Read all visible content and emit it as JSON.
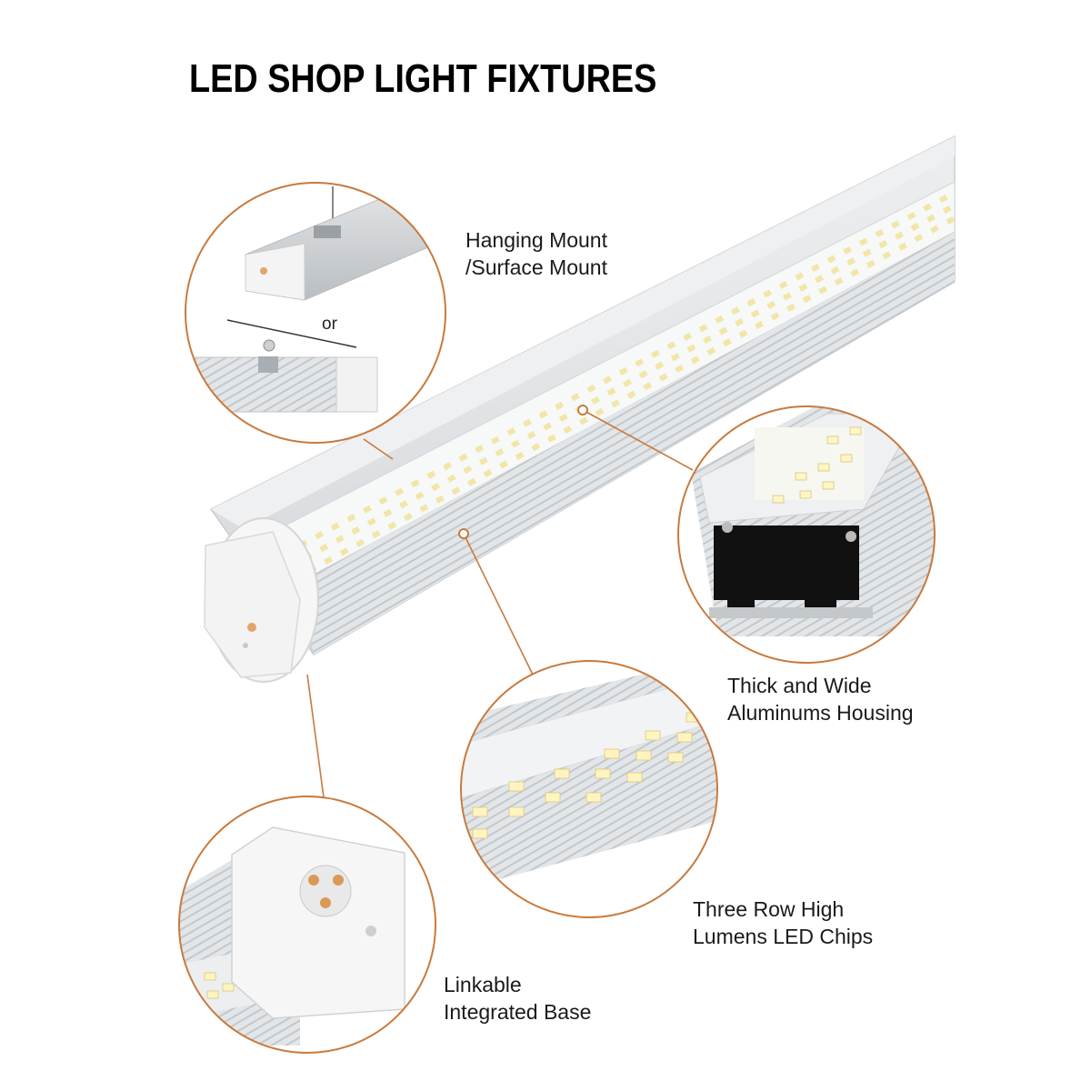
{
  "title": "LED SHOP LIGHT FIXTURES",
  "accent_color": "#c87a3e",
  "callouts": {
    "mount": {
      "line1": "Hanging Mount",
      "line2": "/Surface Mount",
      "separator": "or"
    },
    "housing": {
      "line1": "Thick and Wide",
      "line2": "Aluminums Housing"
    },
    "chips": {
      "line1": "Three Row High",
      "line2": "Lumens LED Chips"
    },
    "base": {
      "line1": "Linkable",
      "line2": "Integrated Base"
    }
  },
  "icons": [
    "hanging-mount-icon",
    "surface-mount-icon",
    "housing-profile-icon",
    "led-chips-icon",
    "connector-base-icon"
  ]
}
